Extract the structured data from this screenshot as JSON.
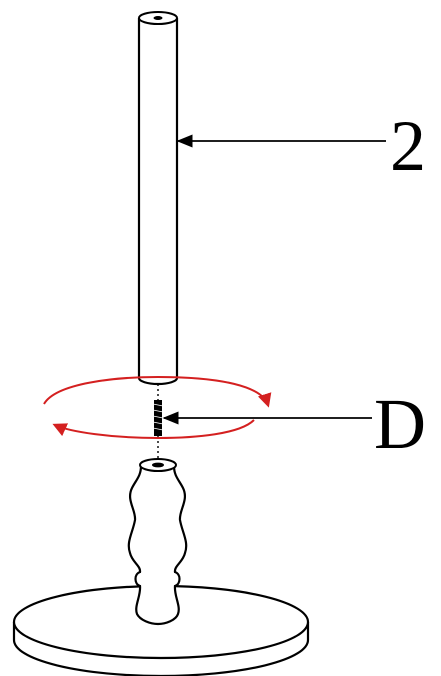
{
  "diagram": {
    "labels": {
      "part_2": "2",
      "part_d": "D"
    },
    "colors": {
      "outline": "#000000",
      "rotation_arrow": "#d42020",
      "background": "#ffffff"
    },
    "icons": {
      "rotation": "clockwise-rotation-arrows"
    }
  }
}
